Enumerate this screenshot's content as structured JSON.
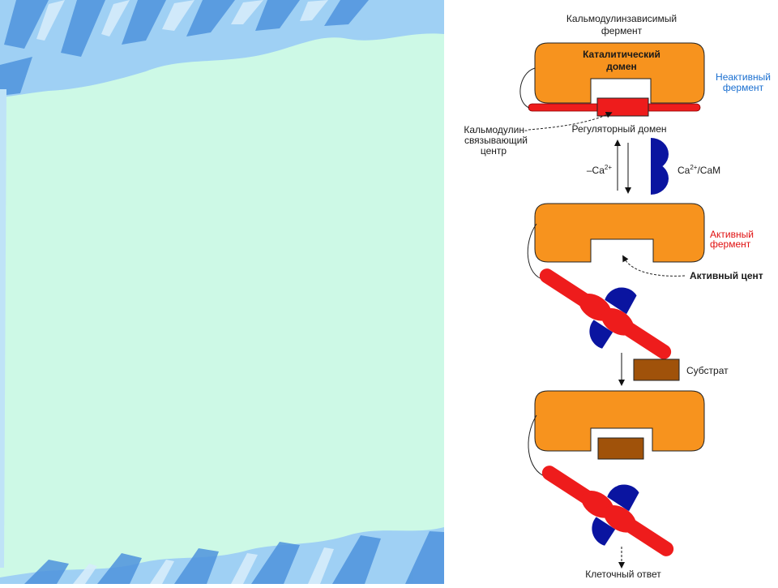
{
  "title": [
    "Кальмодулинзависимый",
    "фермент"
  ],
  "catalytic_domain": [
    "Каталитический",
    "домен"
  ],
  "inactive_enzyme": [
    "Неактивный",
    "фермент"
  ],
  "regulatory_domain": "Регуляторный домен",
  "calmodulin_binding_center": [
    "Кальмодулин-",
    "связывающий",
    "центр"
  ],
  "minus_ca": {
    "base": "–Ca",
    "sup": "2+"
  },
  "plus_ca_cam": {
    "base": "Ca",
    "sup": "2+",
    "tail": "/CaM"
  },
  "active_enzyme": [
    "Активный",
    "фермент"
  ],
  "active_center": "Активный цент",
  "substrate": "Субстрат",
  "cell_response": "Клеточный ответ",
  "colors": {
    "enzyme": "#f7931e",
    "regulatory": "#ee1c1c",
    "calmodulin": "#0a14a0",
    "substrate": "#a0520a",
    "inactive_label": "#1a6fd0",
    "active_label": "#e01010",
    "background_left": "#cdf9e6",
    "background_stripes": "#7fb6ee"
  }
}
